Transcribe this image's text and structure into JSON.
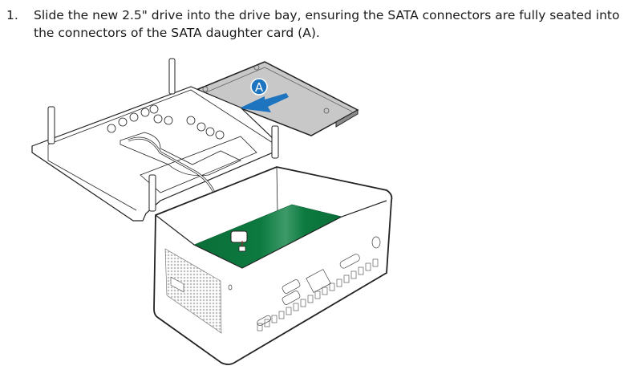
{
  "instruction": {
    "number": "1.",
    "text": "Slide the new 2.5\" drive into the drive bay, ensuring the SATA connectors are fully seated into the connectors of the SATA daughter card (A)."
  },
  "figure": {
    "callout_label": "A",
    "callout_color": "#1f74c0",
    "board_color": "#0c7a3f",
    "drive_color": "#c8c8c8"
  }
}
